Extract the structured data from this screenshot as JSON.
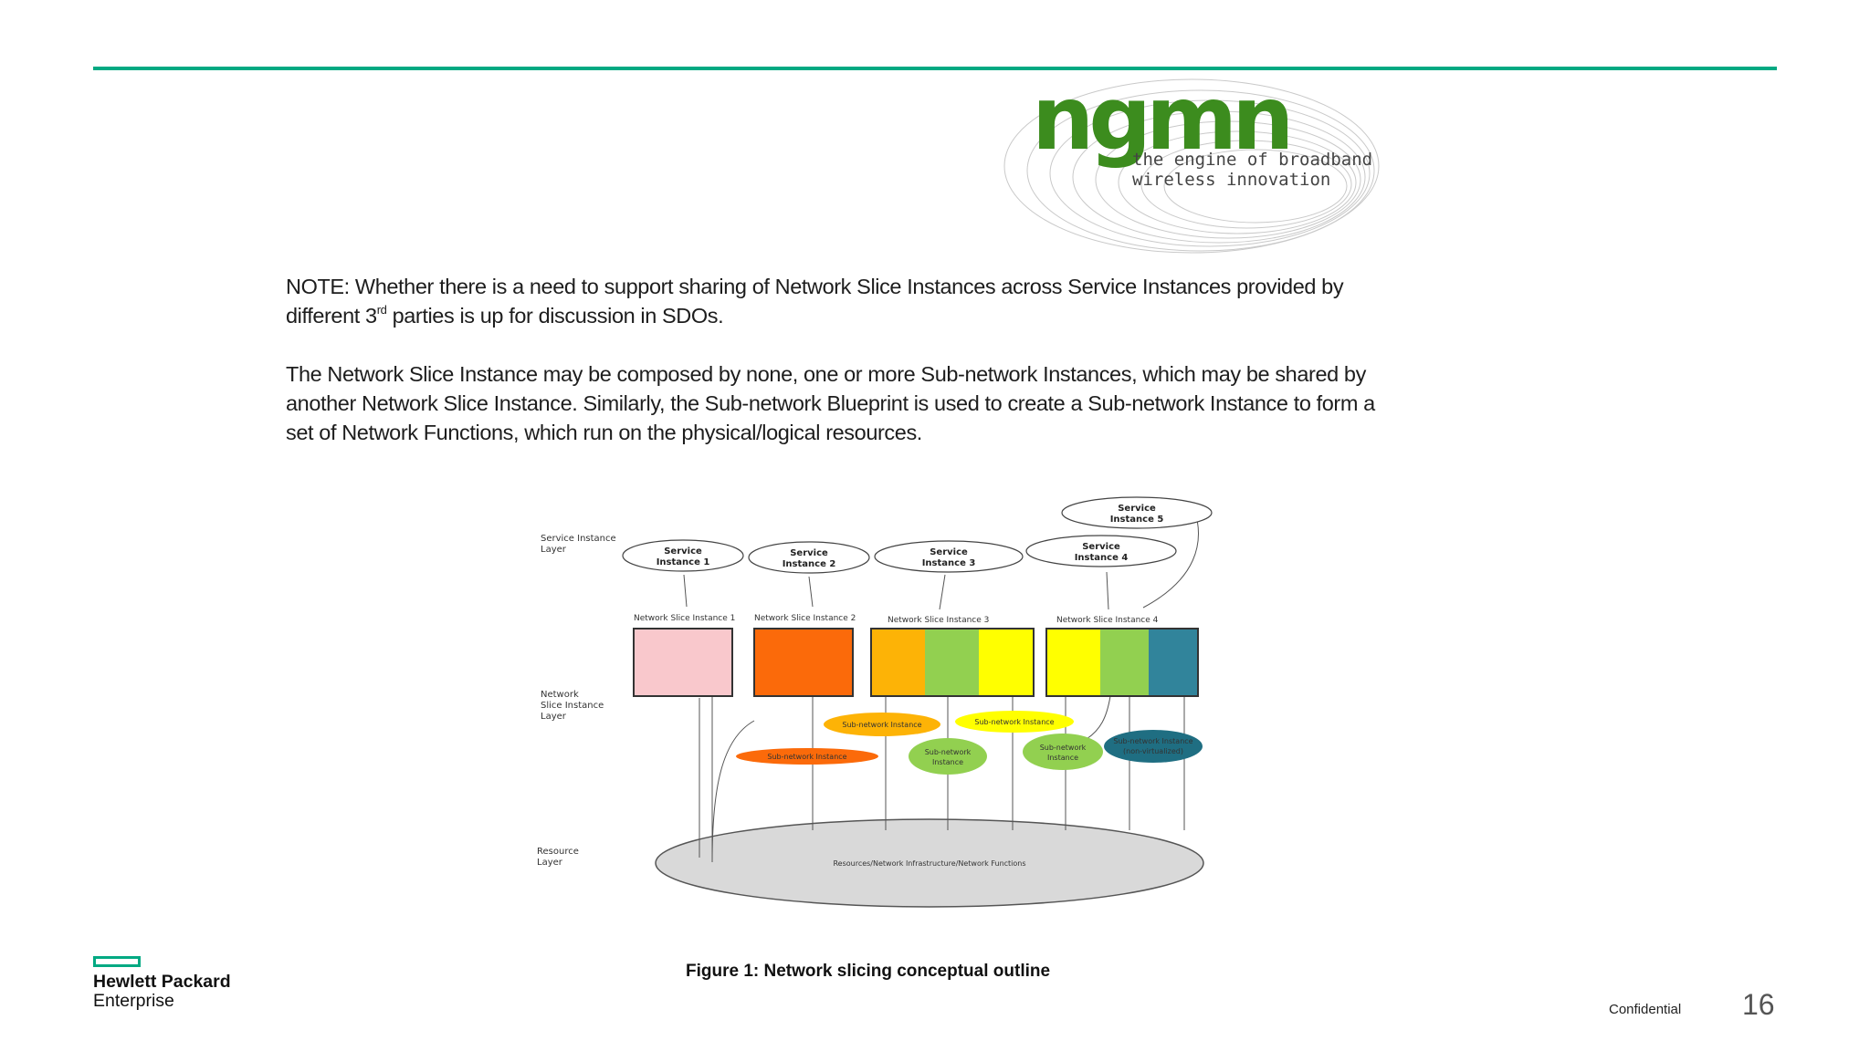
{
  "slide": {
    "page_number": "16",
    "confidential": "Confidential",
    "colors": {
      "accent": "#01a982",
      "ngmn_green": "#3c8c1e"
    }
  },
  "ngmn_logo": {
    "word": "ngmn",
    "tagline_line1": "the engine of broadband",
    "tagline_line2": "wireless innovation"
  },
  "document": {
    "note_a": "NOTE: Whether there is a need to support sharing of Network Slice Instances across Service Instances provided by different 3",
    "note_sup": "rd",
    "note_b": " parties is up for discussion in SDOs.",
    "paragraph": "The Network Slice Instance may be composed by none, one or more Sub-network Instances, which may be shared by another Network Slice Instance. Similarly, the Sub-network Blueprint is used to create a Sub-network Instance to form a set of Network Functions, which run on the physical/logical resources."
  },
  "figure": {
    "caption": "Figure 1: Network slicing conceptual outline",
    "layers": {
      "service_l1": "Service Instance",
      "service_l2": "Layer",
      "slice_l1": "Network",
      "slice_l2": "Slice Instance",
      "slice_l3": "Layer",
      "resource_l1": "Resource",
      "resource_l2": "Layer"
    },
    "service_instances": {
      "si1_a": "Service",
      "si1_b": "Instance 1",
      "si2_a": "Service",
      "si2_b": "Instance 2",
      "si3_a": "Service",
      "si3_b": "Instance 3",
      "si4_a": "Service",
      "si4_b": "Instance 4",
      "si5_a": "Service",
      "si5_b": "Instance 5"
    },
    "slice_instances": {
      "nsi1": "Network Slice Instance 1",
      "nsi2": "Network Slice Instance 2",
      "nsi3": "Network Slice Instance 3",
      "nsi4": "Network Slice Instance 4"
    },
    "subnetworks": {
      "yellow_left": "Sub-network Instance",
      "yellow_right": "Sub-network Instance",
      "orange": "Sub-network Instance",
      "green_mid_a": "Sub-network",
      "green_mid_b": "Instance",
      "green_right_a": "Sub-network",
      "green_right_b": "Instance",
      "blue_a": "Sub-network Instance",
      "blue_b": "(non-virtualized)"
    },
    "resources": "Resources/Network Infrastructure/Network Functions"
  },
  "hpe": {
    "line1": "Hewlett Packard",
    "line2": "Enterprise"
  }
}
